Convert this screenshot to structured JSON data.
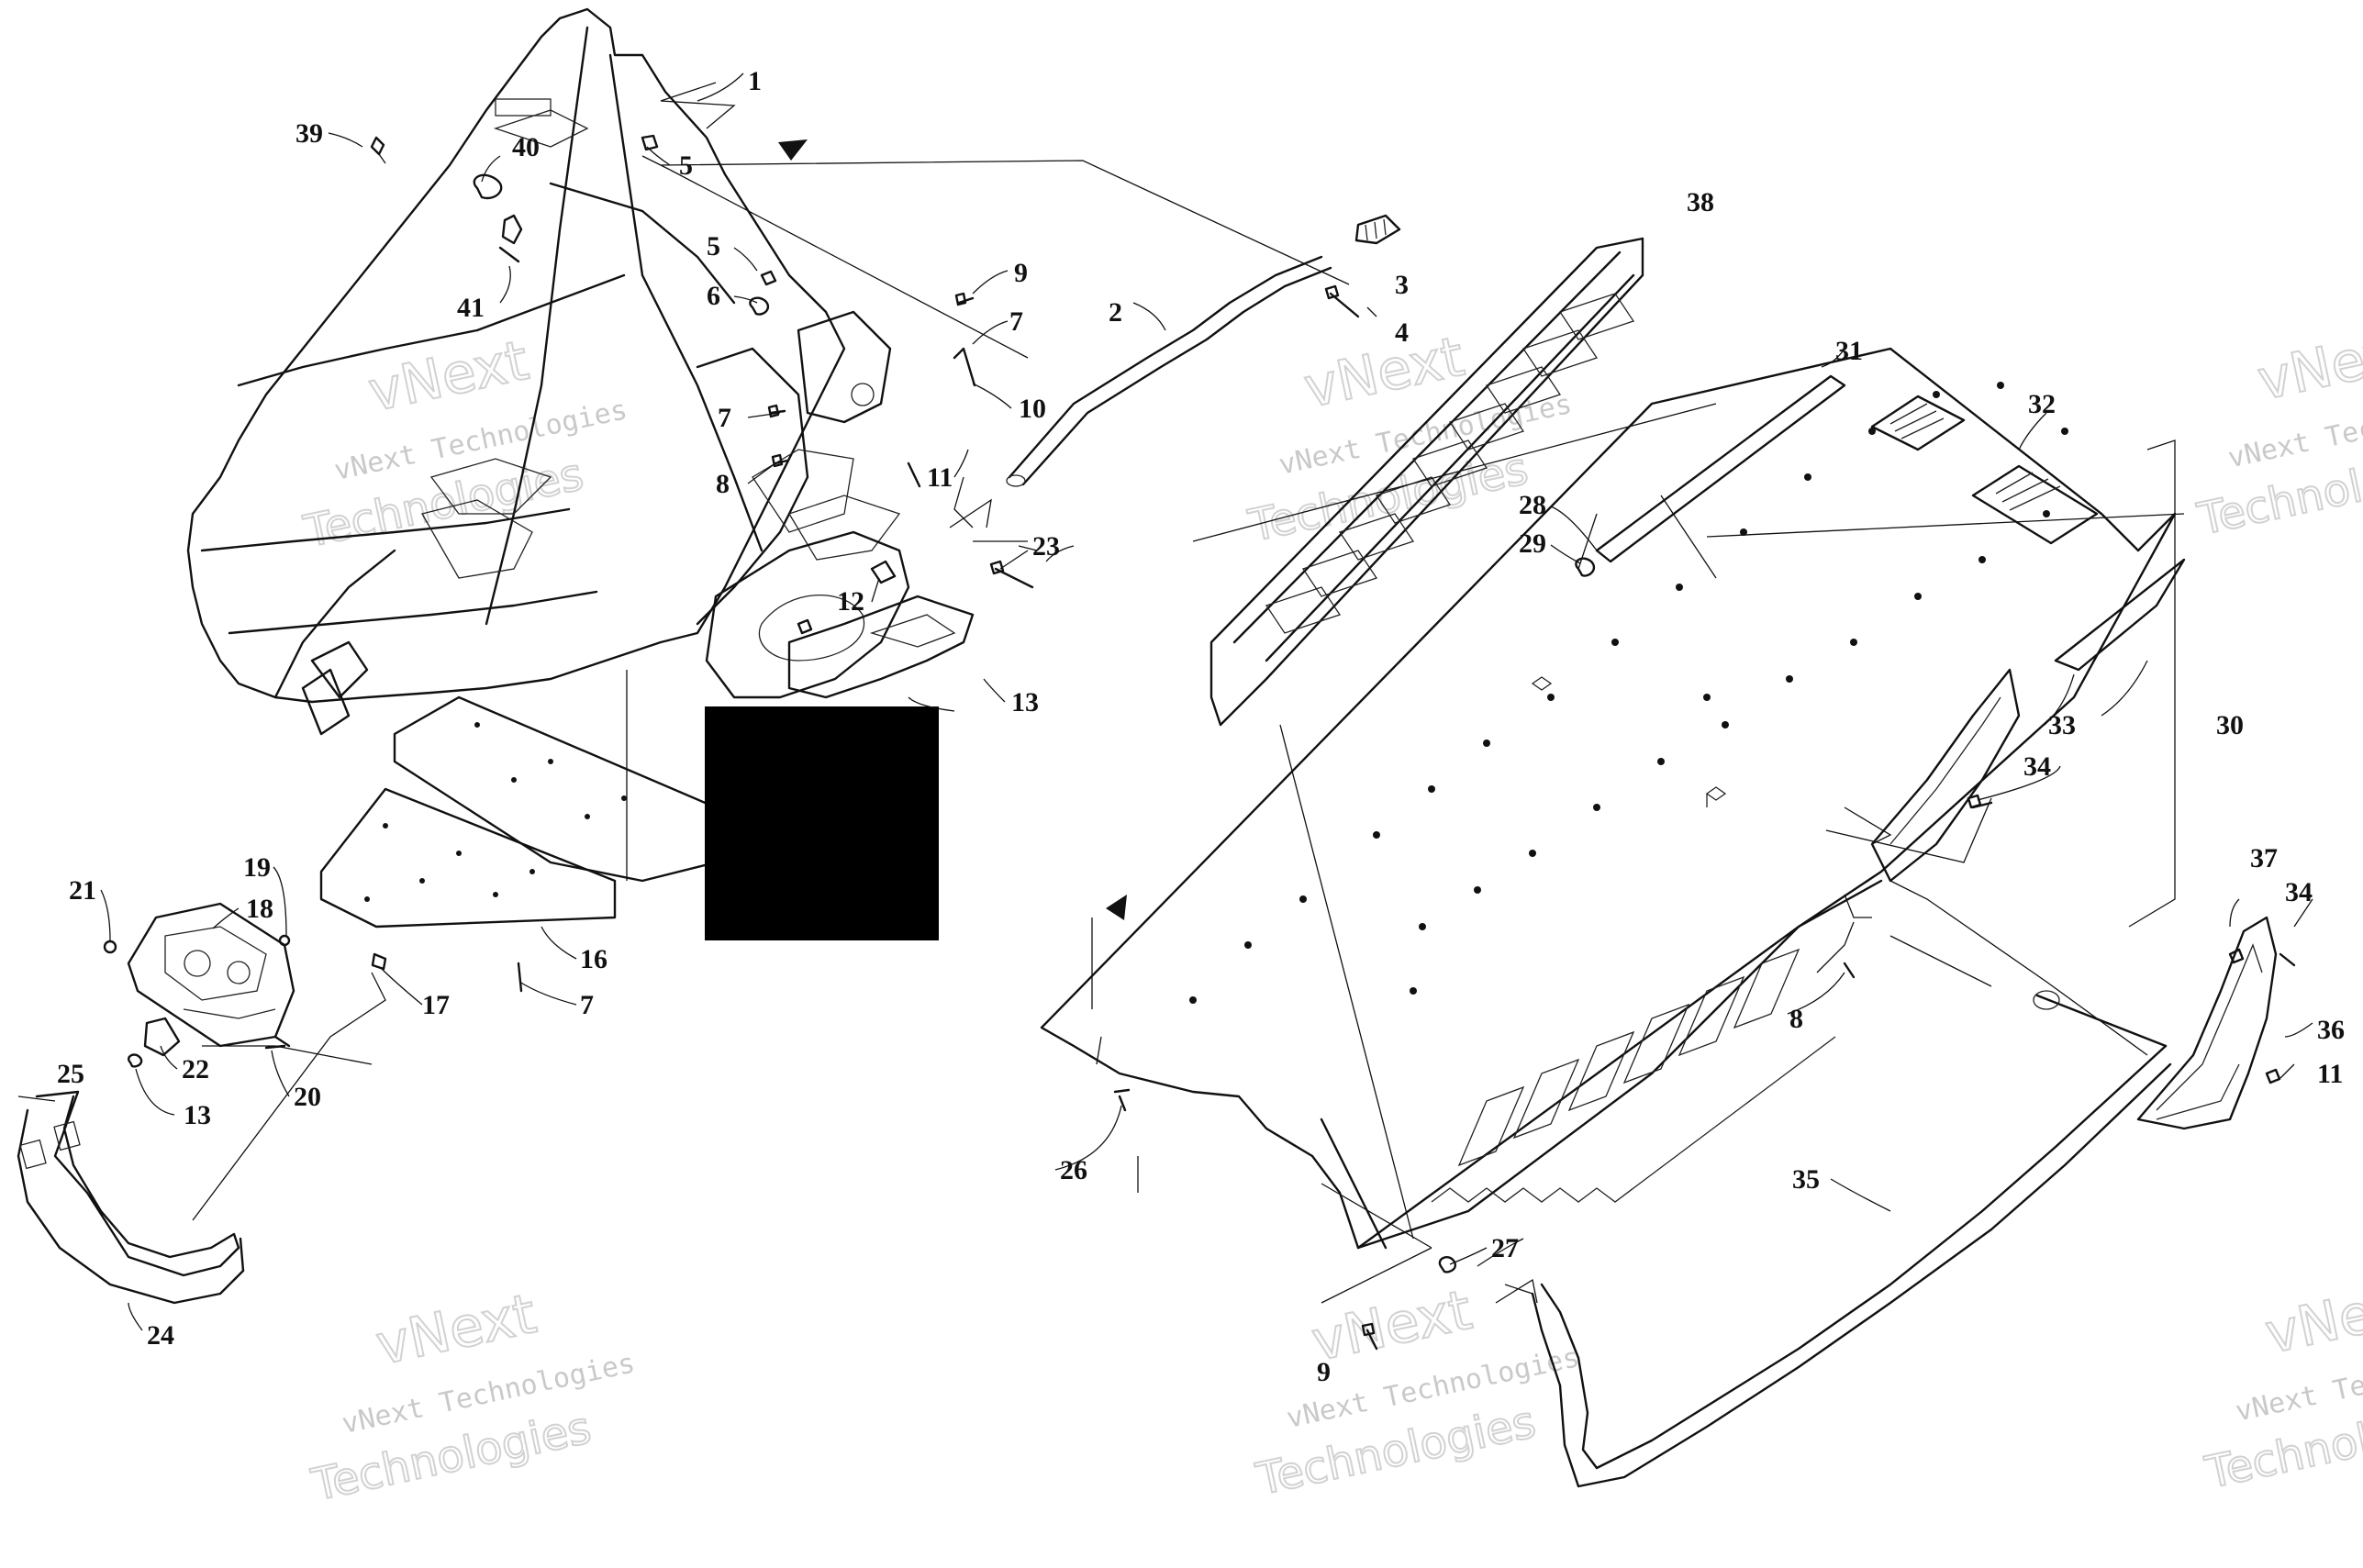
{
  "diagram": {
    "watermark": {
      "line1": "vNext",
      "line2": "vNext Technologies",
      "line3": "Technologies"
    },
    "callouts": [
      {
        "id": "c1",
        "label": "1"
      },
      {
        "id": "c2",
        "label": "2"
      },
      {
        "id": "c3",
        "label": "3"
      },
      {
        "id": "c4",
        "label": "4"
      },
      {
        "id": "c5a",
        "label": "5"
      },
      {
        "id": "c5b",
        "label": "5"
      },
      {
        "id": "c6",
        "label": "6"
      },
      {
        "id": "c7a",
        "label": "7"
      },
      {
        "id": "c7b",
        "label": "7"
      },
      {
        "id": "c7c",
        "label": "7"
      },
      {
        "id": "c8a",
        "label": "8"
      },
      {
        "id": "c8b",
        "label": "8"
      },
      {
        "id": "c9a",
        "label": "9"
      },
      {
        "id": "c9b",
        "label": "9"
      },
      {
        "id": "c10",
        "label": "10"
      },
      {
        "id": "c11a",
        "label": "11"
      },
      {
        "id": "c11b",
        "label": "11"
      },
      {
        "id": "c12",
        "label": "12"
      },
      {
        "id": "c13a",
        "label": "13"
      },
      {
        "id": "c13b",
        "label": "13"
      },
      {
        "id": "c16",
        "label": "16"
      },
      {
        "id": "c17",
        "label": "17"
      },
      {
        "id": "c18",
        "label": "18"
      },
      {
        "id": "c19",
        "label": "19"
      },
      {
        "id": "c20",
        "label": "20"
      },
      {
        "id": "c21",
        "label": "21"
      },
      {
        "id": "c22",
        "label": "22"
      },
      {
        "id": "c23",
        "label": "23"
      },
      {
        "id": "c24",
        "label": "24"
      },
      {
        "id": "c25",
        "label": "25"
      },
      {
        "id": "c26",
        "label": "26"
      },
      {
        "id": "c27",
        "label": "27"
      },
      {
        "id": "c28",
        "label": "28"
      },
      {
        "id": "c29",
        "label": "29"
      },
      {
        "id": "c30",
        "label": "30"
      },
      {
        "id": "c31",
        "label": "31"
      },
      {
        "id": "c32",
        "label": "32"
      },
      {
        "id": "c33",
        "label": "33"
      },
      {
        "id": "c34a",
        "label": "34"
      },
      {
        "id": "c34b",
        "label": "34"
      },
      {
        "id": "c35",
        "label": "35"
      },
      {
        "id": "c36",
        "label": "36"
      },
      {
        "id": "c37",
        "label": "37"
      },
      {
        "id": "c38",
        "label": "38"
      },
      {
        "id": "c39",
        "label": "39"
      },
      {
        "id": "c40",
        "label": "40"
      },
      {
        "id": "c41",
        "label": "41"
      }
    ]
  }
}
